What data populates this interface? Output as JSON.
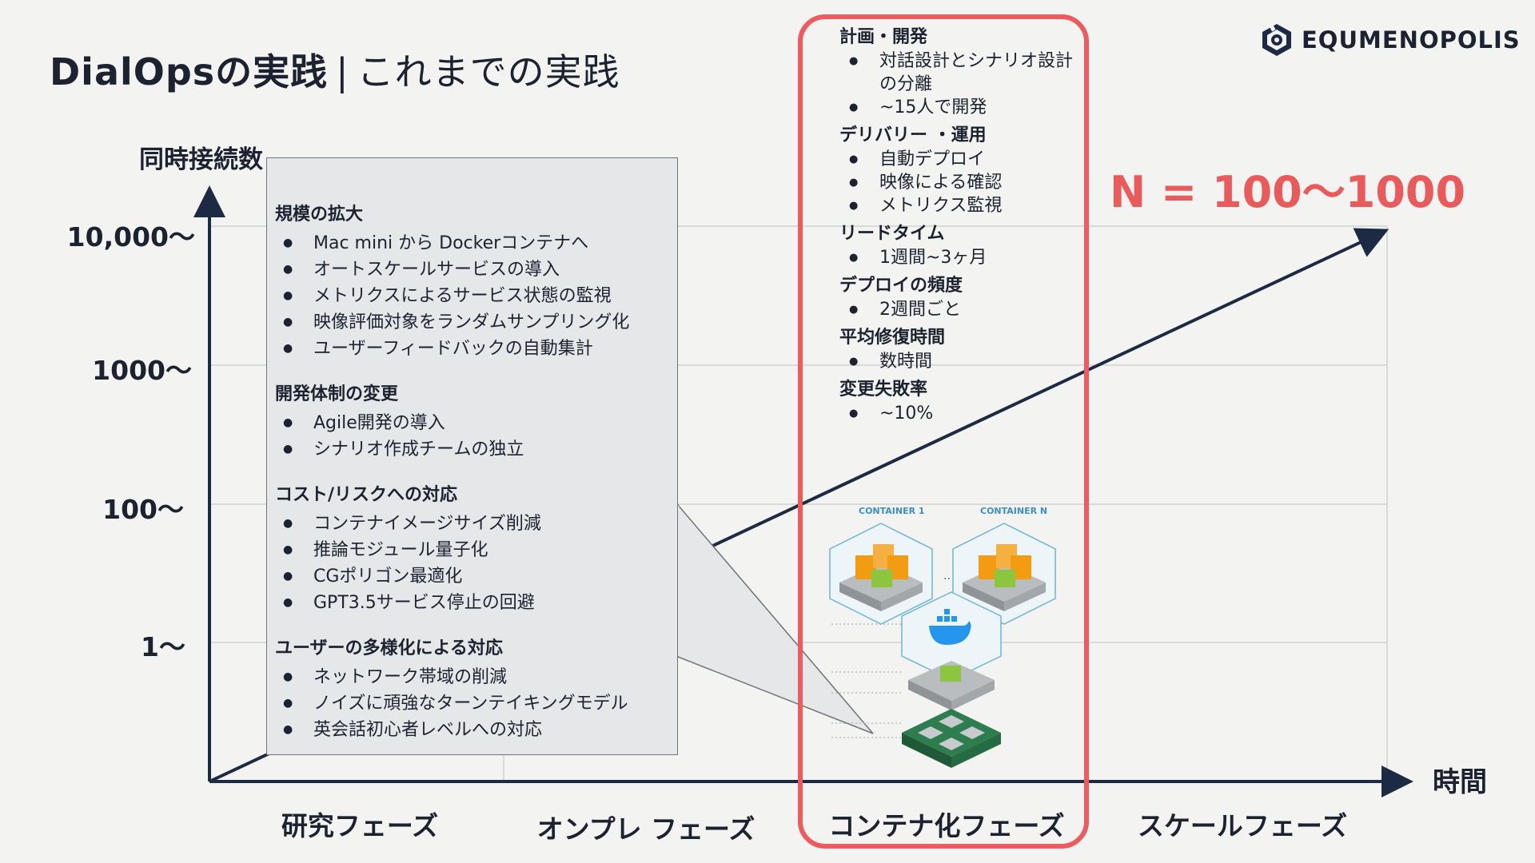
{
  "title": {
    "bold": "DialOpsの実践",
    "separator": "|",
    "light": "これまでの実践"
  },
  "logo": {
    "text": "EQUMENOPOLIS",
    "icon": "hexagon-gear-icon"
  },
  "chart_data": {
    "type": "line",
    "ylabel": "同時接続数",
    "xlabel": "時間",
    "y_ticks": [
      "10,000〜",
      "1000〜",
      "100〜",
      "1〜"
    ],
    "categories": [
      "研究フェーズ",
      "オンプレ フェーズ",
      "コンテナ化フェーズ",
      "スケールフェーズ"
    ],
    "annotation": "N = 100〜1000",
    "grid": true
  },
  "callout": {
    "sections": [
      {
        "heading": "規模の拡大",
        "items": [
          "Mac mini から Dockerコンテナへ",
          "オートスケールサービスの導入",
          "メトリクスによるサービス状態の監視",
          "映像評価対象をランダムサンプリング化",
          "ユーザーフィードバックの自動集計"
        ]
      },
      {
        "heading": "開発体制の変更",
        "items": [
          "Agile開発の導入",
          "シナリオ作成チームの独立"
        ]
      },
      {
        "heading": "コスト/リスクへの対応",
        "items": [
          "コンテナイメージサイズ削減",
          "推論モジュール量子化",
          "CGポリゴン最適化",
          "GPT3.5サービス停止の回避"
        ]
      },
      {
        "heading": "ユーザーの多様化による対応",
        "items": [
          "ネットワーク帯域の削減",
          "ノイズに頑強なターンテイキングモデル",
          "英会話初心者レベルへの対応"
        ]
      }
    ]
  },
  "metrics": {
    "sections": [
      {
        "heading": "計画・開発",
        "items": [
          "対話設計とシナリオ設計の分離",
          "~15人で開発"
        ]
      },
      {
        "heading": "デリバリー ・運用",
        "items": [
          "自動デプロイ",
          "映像による確認",
          "メトリクス監視"
        ]
      },
      {
        "heading": "リードタイム",
        "items": [
          "1週間~3ヶ月"
        ]
      },
      {
        "heading": "デプロイの頻度",
        "items": [
          "2週間ごと"
        ]
      },
      {
        "heading": "平均修復時間",
        "items": [
          "数時間"
        ]
      },
      {
        "heading": "変更失敗率",
        "items": [
          "~10%"
        ]
      }
    ]
  },
  "containers": {
    "label_1": "CONTAINER 1",
    "label_n": "CONTAINER N"
  },
  "colors": {
    "accent_red": "#ee5b5f",
    "navy": "#1c2a44",
    "orange": "#f5a623",
    "green": "#8cc63f",
    "docker_blue": "#2496ed"
  }
}
